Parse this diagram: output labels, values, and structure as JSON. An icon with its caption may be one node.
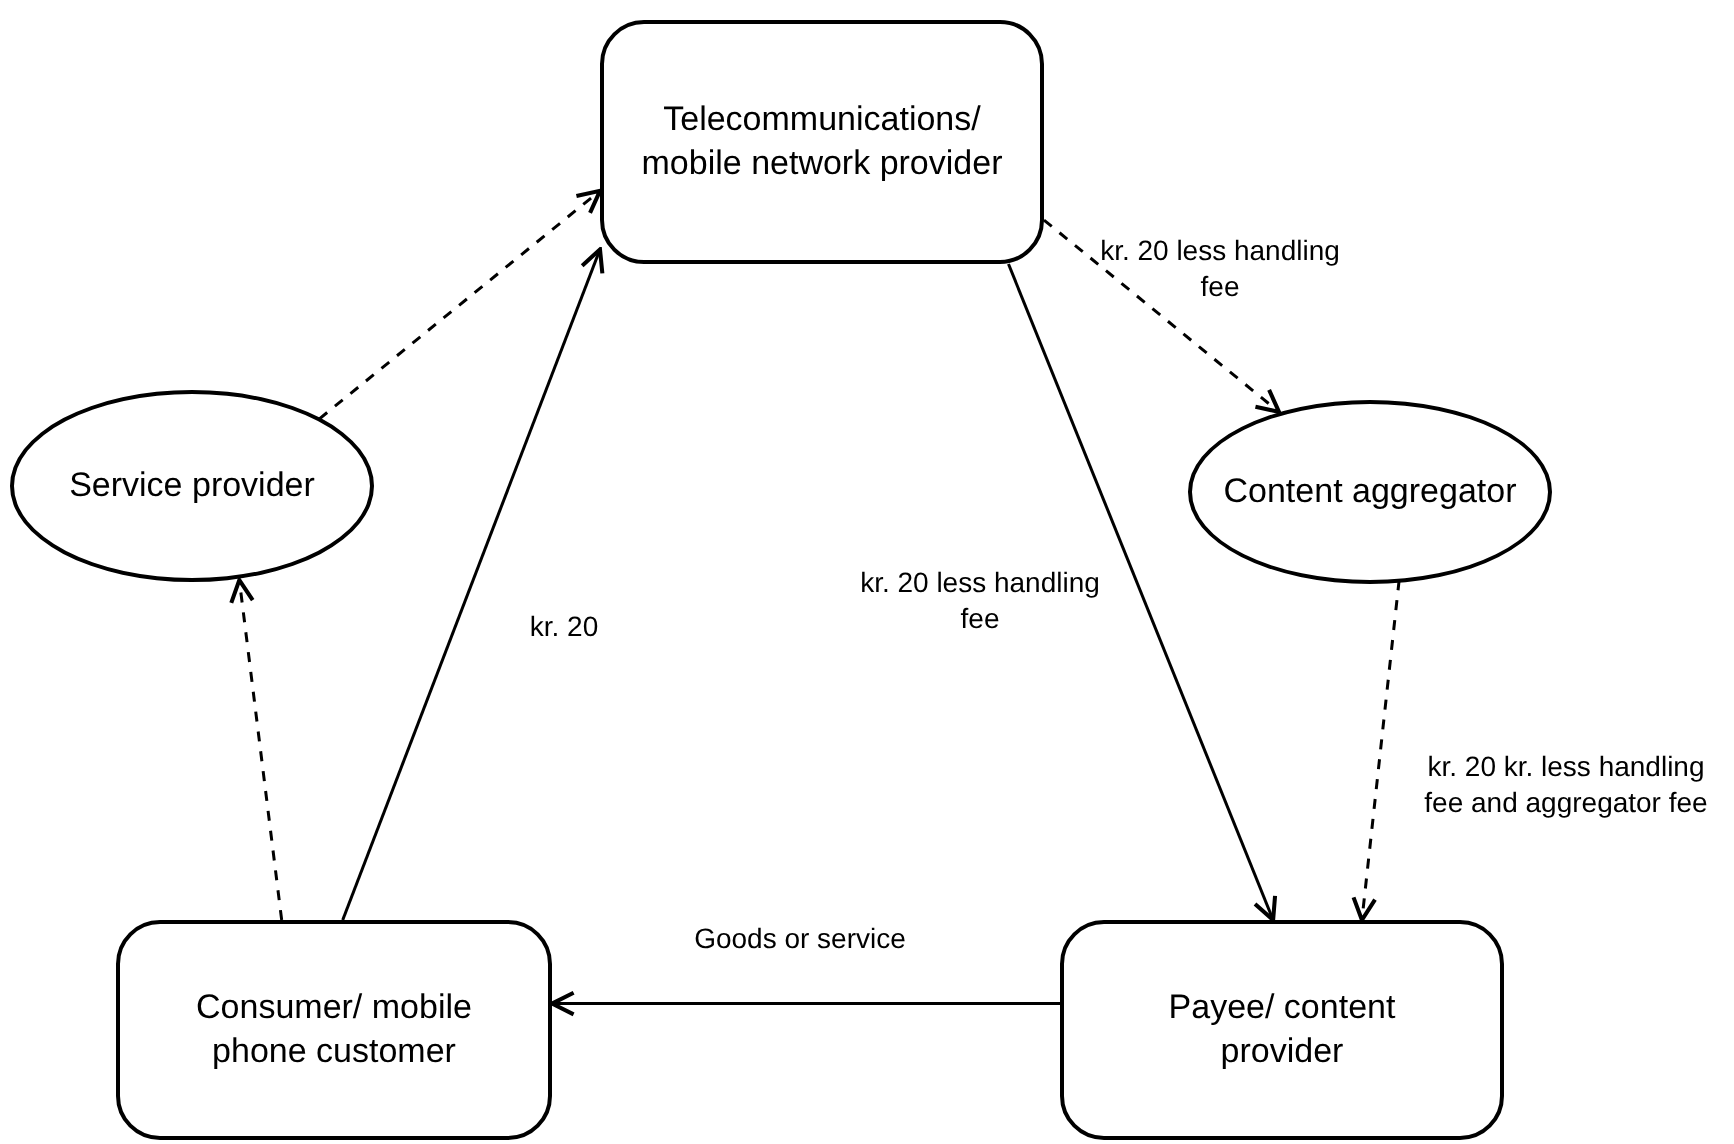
{
  "diagram": {
    "nodes": [
      {
        "text": [
          "Telecommunications/ mobile network provider"
        ]
      },
      {
        "text": [
          "Service provider"
        ]
      },
      {
        "text": [
          "Content aggregator"
        ]
      },
      {
        "text": [
          "Consumer/ mobile phone customer"
        ]
      },
      {
        "text": [
          "Payee/ content provider"
        ]
      }
    ],
    "edges": [
      {
        "from": 1,
        "to": 0,
        "arrow": "to",
        "style": "dashed"
      },
      {
        "from": 3,
        "to": 0,
        "arrow": "to",
        "label": "kr. 20"
      },
      {
        "from": 0,
        "to": 2,
        "arrow": "to",
        "style": "dashed",
        "label": "kr. 20 less handling fee"
      },
      {
        "from": 0,
        "to": 4,
        "arrow": "to",
        "label": "kr. 20 less handling fee"
      },
      {
        "from": 2,
        "to": 4,
        "arrow": "to",
        "style": "dashed",
        "label": "kr. 20 kr. less handling fee and aggregator fee"
      },
      {
        "from": 3,
        "to": 1,
        "arrow": "to",
        "style": "dashed"
      },
      {
        "from": 4,
        "to": 3,
        "arrow": "to",
        "label": "Goods or service"
      }
    ]
  }
}
